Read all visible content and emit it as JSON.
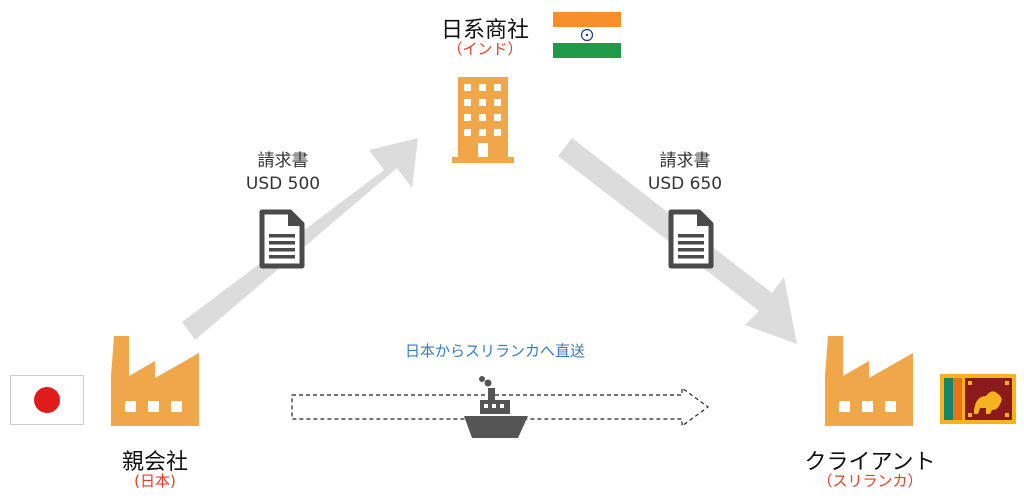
{
  "trading_company": {
    "name": "日系商社",
    "country": "（インド）",
    "flag": "india-flag"
  },
  "parent_company": {
    "name": "親会社",
    "country": "(日本)",
    "flag": "japan-flag"
  },
  "client": {
    "name": "クライアント",
    "country": "（スリランカ）",
    "flag": "sri-lanka-flag"
  },
  "invoice_left": {
    "title": "請求書",
    "amount": "USD 500"
  },
  "invoice_right": {
    "title": "請求書",
    "amount": "USD 650"
  },
  "shipping": {
    "label": "日本からスリランカへ直送"
  },
  "colors": {
    "icon_orange": "#efa74a",
    "arrow_gray": "#dcdcdc",
    "text_red": "#e0402a",
    "text_blue": "#3a7bbf",
    "doc_gray": "#4a4a4a"
  }
}
